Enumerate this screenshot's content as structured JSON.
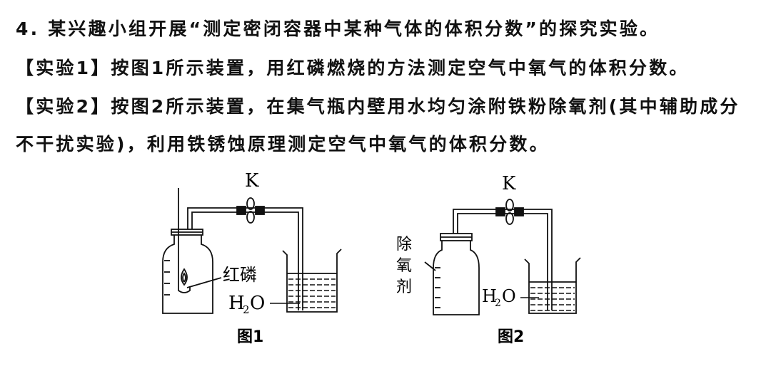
{
  "question": {
    "line1": "4. 某兴趣小组开展“测定密闭容器中某种气体的体积分数”的探究实验。",
    "line2": "【实验1】按图1所示装置，用红磷燃烧的方法测定空气中氧气的体积分数。",
    "line3": "【实验2】按图2所示装置，在集气瓶内壁用水均匀涂附铁粉除氧剂(其中辅助成分",
    "line4": "不干扰实验)，利用铁锈蚀原理测定空气中氧气的体积分数。"
  },
  "figure1": {
    "clamp_label": "K",
    "reagent_label": "红磷",
    "water_label_main": "H",
    "water_label_sub": "2",
    "water_label_end": "O",
    "caption": "图1"
  },
  "figure2": {
    "clamp_label": "K",
    "reagent_label_1": "除",
    "reagent_label_2": "氧",
    "reagent_label_3": "剂",
    "water_label_main": "H",
    "water_label_sub": "2",
    "water_label_end": "O",
    "caption": "图2"
  }
}
